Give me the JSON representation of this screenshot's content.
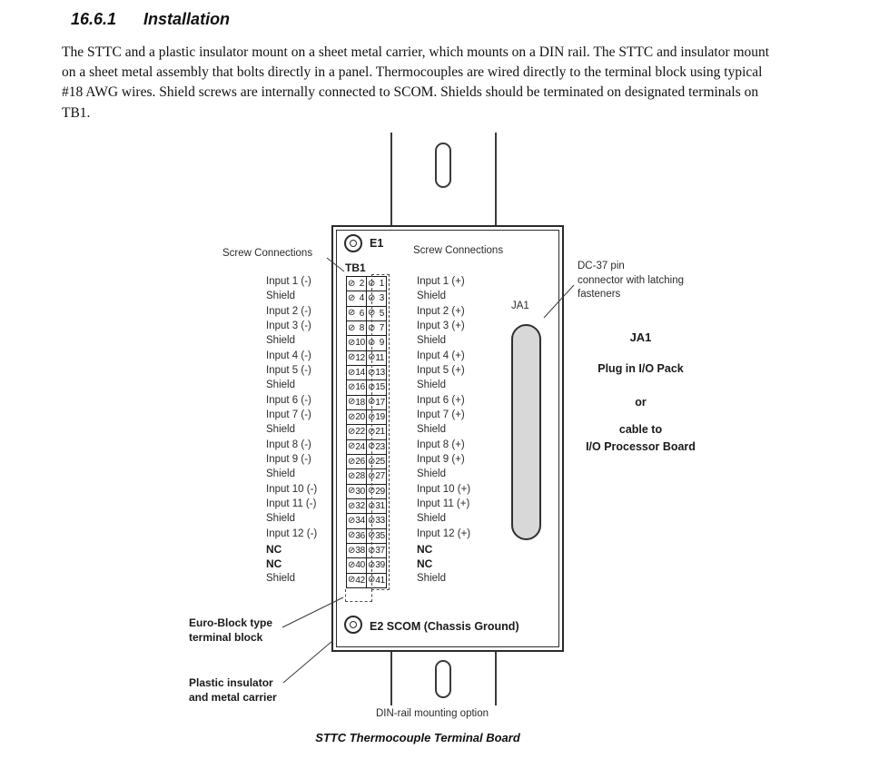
{
  "doc": {
    "section_number": "16.6.1",
    "section_title": "Installation",
    "body_lines": [
      "The STTC and a plastic insulator mount on a sheet metal carrier, which mounts on a DIN rail. The STTC and insulator mount",
      "on a sheet metal assembly that bolts directly in a panel. Thermocouples are wired directly to the terminal block using typical",
      "#18 AWG wires. Shield screws are internally connected to SCOM. Shields should be terminated on designated terminals on",
      "TB1."
    ],
    "caption": "STTC Thermocouple Terminal Board"
  },
  "diagram": {
    "screw_connections_left": "Screw Connections",
    "screw_connections_right": "Screw Connections",
    "e1_label": "E1",
    "tb1_label": "TB1",
    "ja1_connector_label": "JA1",
    "e2_label": "E2 SCOM (Chassis Ground)",
    "din_rail_label": "DIN-rail mounting option",
    "screw_symbol": "⊘",
    "dc37_note_lines": [
      "DC-37 pin",
      "connector with latching",
      "fasteners"
    ],
    "ja1_note": {
      "title": "JA1",
      "lines": [
        "Plug in I/O Pack",
        "or",
        "cable to",
        "I/O Processor Board"
      ]
    },
    "euro_block_note_lines": [
      "Euro-Block type",
      "terminal block"
    ],
    "insulator_note_lines": [
      "Plastic insulator",
      "and metal carrier"
    ],
    "terminal_block": {
      "rows": [
        {
          "left_num": 2,
          "right_num": 1,
          "left_label": "Input 1 (-)",
          "right_label": "Input 1 (+)"
        },
        {
          "left_num": 4,
          "right_num": 3,
          "left_label": "Shield",
          "right_label": "Shield"
        },
        {
          "left_num": 6,
          "right_num": 5,
          "left_label": "Input 2 (-)",
          "right_label": "Input 2 (+)"
        },
        {
          "left_num": 8,
          "right_num": 7,
          "left_label": "Input 3 (-)",
          "right_label": "Input 3 (+)"
        },
        {
          "left_num": 10,
          "right_num": 9,
          "left_label": "Shield",
          "right_label": "Shield"
        },
        {
          "left_num": 12,
          "right_num": 11,
          "left_label": "Input 4 (-)",
          "right_label": "Input 4 (+)"
        },
        {
          "left_num": 14,
          "right_num": 13,
          "left_label": "Input 5 (-)",
          "right_label": "Input 5 (+)"
        },
        {
          "left_num": 16,
          "right_num": 15,
          "left_label": "Shield",
          "right_label": "Shield"
        },
        {
          "left_num": 18,
          "right_num": 17,
          "left_label": "Input 6 (-)",
          "right_label": "Input 6 (+)"
        },
        {
          "left_num": 20,
          "right_num": 19,
          "left_label": "Input 7 (-)",
          "right_label": "Input 7 (+)"
        },
        {
          "left_num": 22,
          "right_num": 21,
          "left_label": "Shield",
          "right_label": "Shield"
        },
        {
          "left_num": 24,
          "right_num": 23,
          "left_label": "Input 8 (-)",
          "right_label": "Input 8 (+)"
        },
        {
          "left_num": 26,
          "right_num": 25,
          "left_label": "Input 9 (-)",
          "right_label": "Input 9 (+)"
        },
        {
          "left_num": 28,
          "right_num": 27,
          "left_label": "Shield",
          "right_label": "Shield"
        },
        {
          "left_num": 30,
          "right_num": 29,
          "left_label": "Input 10 (-)",
          "right_label": "Input 10 (+)"
        },
        {
          "left_num": 32,
          "right_num": 31,
          "left_label": "Input 11 (-)",
          "right_label": "Input 11 (+)"
        },
        {
          "left_num": 34,
          "right_num": 33,
          "left_label": "Shield",
          "right_label": "Shield"
        },
        {
          "left_num": 36,
          "right_num": 35,
          "left_label": "Input 12 (-)",
          "right_label": "Input 12 (+)"
        },
        {
          "left_num": 38,
          "right_num": 37,
          "left_label": "NC",
          "right_label": "NC"
        },
        {
          "left_num": 40,
          "right_num": 39,
          "left_label": "NC",
          "right_label": "NC"
        },
        {
          "left_num": 42,
          "right_num": 41,
          "left_label": "Shield",
          "right_label": "Shield"
        }
      ]
    }
  }
}
